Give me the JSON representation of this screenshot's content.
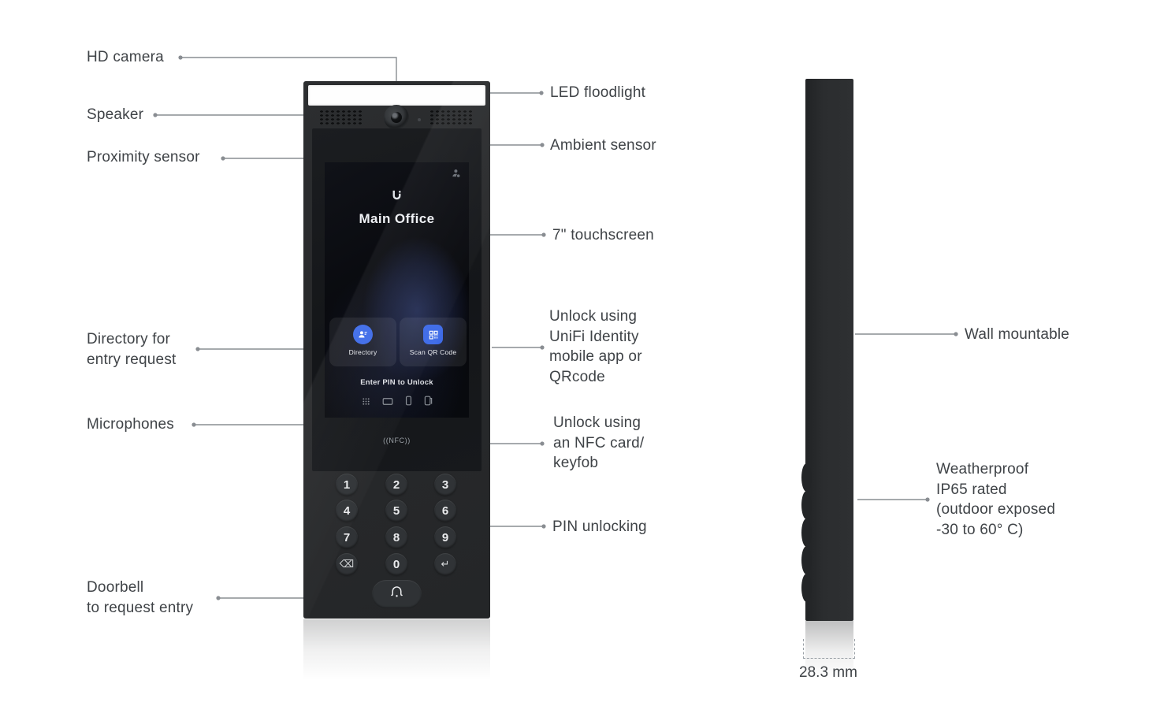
{
  "diagram_title": "Intercom product callout diagram",
  "colors": {
    "background": "#ffffff",
    "device_body": "#28292b",
    "accent_blue": "#3e6be8",
    "label_text": "#3f4347",
    "callout_line": "#898d92",
    "led_strip": "#fefefe"
  },
  "labels": {
    "hd_camera": "HD camera",
    "speaker": "Speaker",
    "proximity_sensor": "Proximity sensor",
    "directory_entry": "Directory for\nentry request",
    "microphones": "Microphones",
    "doorbell_entry": "Doorbell\nto request entry",
    "led_floodlight": "LED floodlight",
    "ambient_sensor": "Ambient sensor",
    "touchscreen": "7\" touchscreen",
    "unlock_app": "Unlock using\nUniFi Identity\nmobile app or\nQRcode",
    "unlock_nfc": "Unlock using\nan NFC card/\nkeyfob",
    "pin_unlocking": "PIN unlocking",
    "wall_mountable": "Wall mountable",
    "weatherproof": "Weatherproof\nIP65 rated\n(outdoor exposed\n-30 to 60° C)",
    "dimension": "28.3 mm"
  },
  "screen": {
    "location_name": "Main Office",
    "directory_button": "Directory",
    "scan_qr_button": "Scan QR Code",
    "pin_hint": "Enter PIN to Unlock",
    "nfc_indicator": "((NFC))"
  },
  "keypad": {
    "k1": "1",
    "k2": "2",
    "k3": "3",
    "k4": "4",
    "k5": "5",
    "k6": "6",
    "k7": "7",
    "k8": "8",
    "k9": "9",
    "backspace": "⌫",
    "k0": "0",
    "enter": "↵"
  },
  "icons": [
    "camera-icon",
    "speaker-grille",
    "ambient-sensor-dot",
    "ubiquiti-logo",
    "user-settings-icon",
    "directory-person-icon",
    "qr-code-icon",
    "keypad-grid-icon",
    "card-icon",
    "phone-icon",
    "fob-icon",
    "bell-icon",
    "backspace-icon",
    "enter-icon"
  ]
}
